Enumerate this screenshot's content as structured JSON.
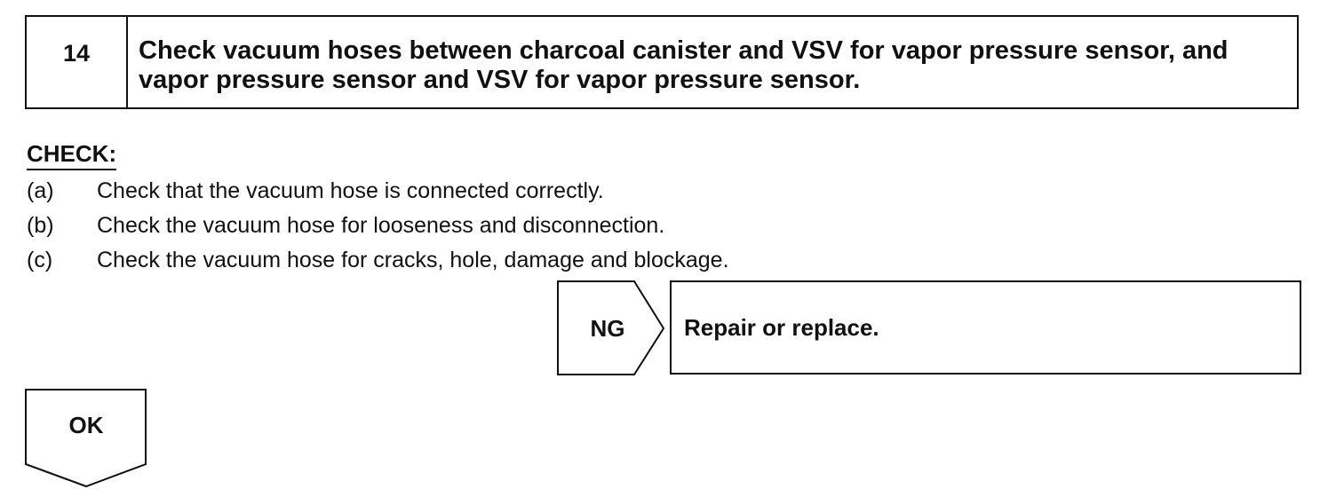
{
  "step": {
    "number": "14",
    "title": "Check vacuum hoses between charcoal canister and VSV for vapor pressure sensor, and vapor pressure sensor and VSV for vapor pressure sensor."
  },
  "check": {
    "heading": "CHECK:",
    "items": [
      {
        "marker": "(a)",
        "text": "Check that the vacuum hose is connected correctly."
      },
      {
        "marker": "(b)",
        "text": "Check the vacuum hose for looseness and disconnection."
      },
      {
        "marker": "(c)",
        "text": "Check the vacuum hose for cracks, hole, damage and blockage."
      }
    ]
  },
  "results": {
    "ng_label": "NG",
    "ng_action": "Repair or replace.",
    "ok_label": "OK"
  }
}
